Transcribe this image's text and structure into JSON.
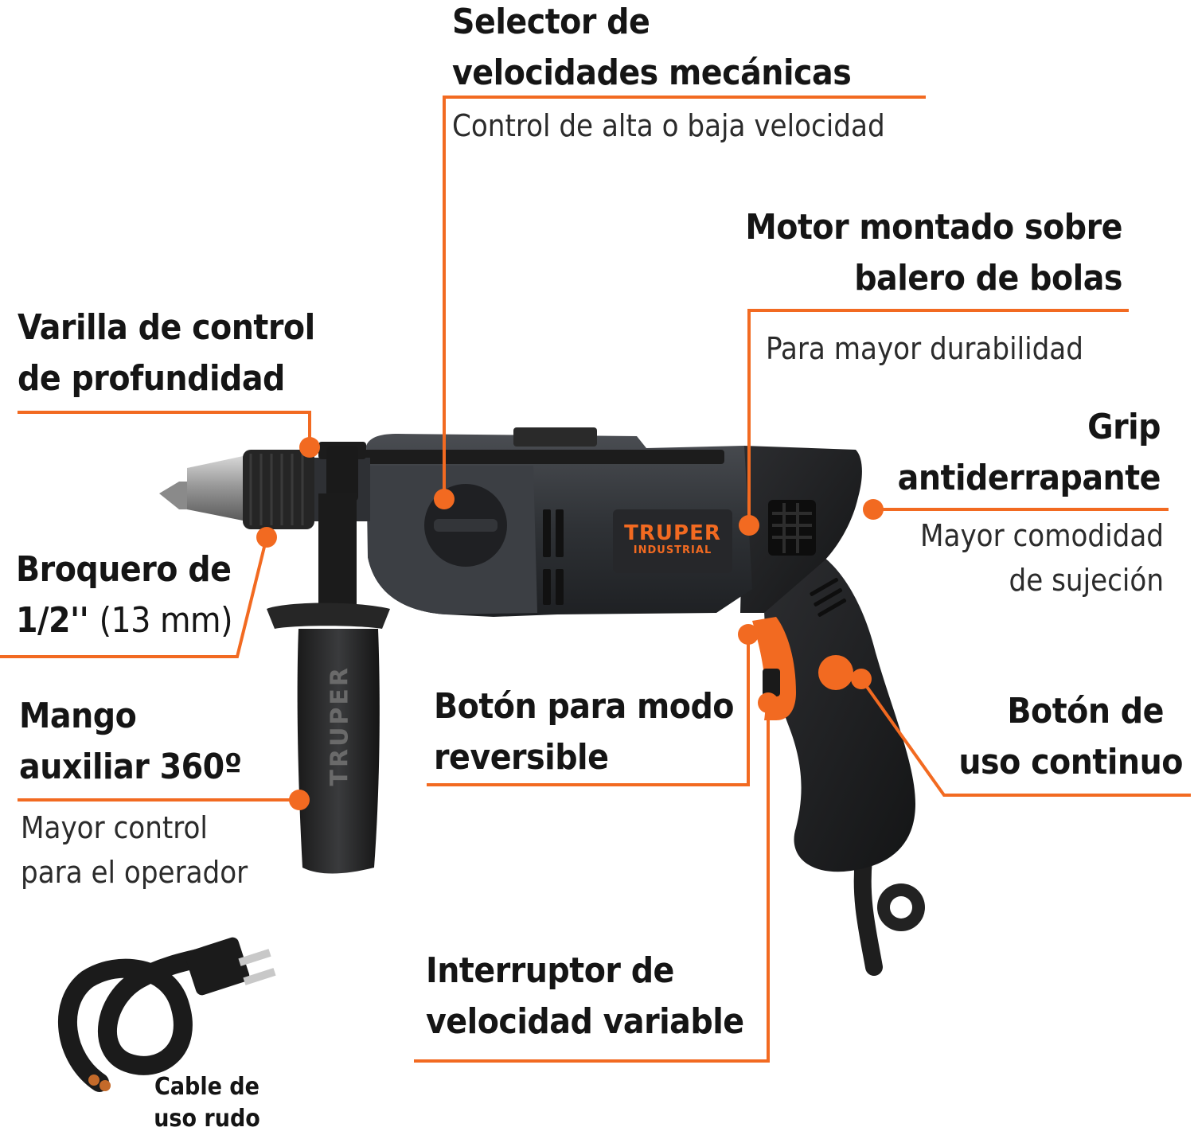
{
  "accent_color": "#f26a21",
  "brand": {
    "name": "TRUPER",
    "subname": "INDUSTRIAL",
    "handle_text": "TRUPER"
  },
  "callouts": {
    "selector": {
      "title_1": "Selector de",
      "title_2": "velocidades mecánicas",
      "subtitle": "Control de alta o baja velocidad"
    },
    "motor": {
      "title_1": "Motor montado sobre",
      "title_2": "balero de bolas",
      "subtitle": "Para mayor durabilidad"
    },
    "varilla": {
      "title_1": "Varilla de control",
      "title_2": "de profundidad"
    },
    "grip": {
      "title_1": "Grip",
      "title_2": "antiderrapante",
      "subtitle_1": "Mayor comodidad",
      "subtitle_2": "de sujeción"
    },
    "broquero": {
      "title_1": "Broquero de",
      "title_2a": "1/2''",
      "title_2b": "(13 mm)"
    },
    "mango": {
      "title_1": "Mango",
      "title_2": "auxiliar 360º",
      "subtitle_1": "Mayor control",
      "subtitle_2": "para el operador"
    },
    "boton_reversible": {
      "title_1": "Botón para modo",
      "title_2": "reversible"
    },
    "boton_continuo": {
      "title_1": "Botón de",
      "title_2": "uso continuo"
    },
    "interruptor": {
      "title_1": "Interruptor de",
      "title_2": "velocidad variable"
    },
    "cable": {
      "title_1": "Cable de",
      "title_2": "uso rudo"
    }
  }
}
